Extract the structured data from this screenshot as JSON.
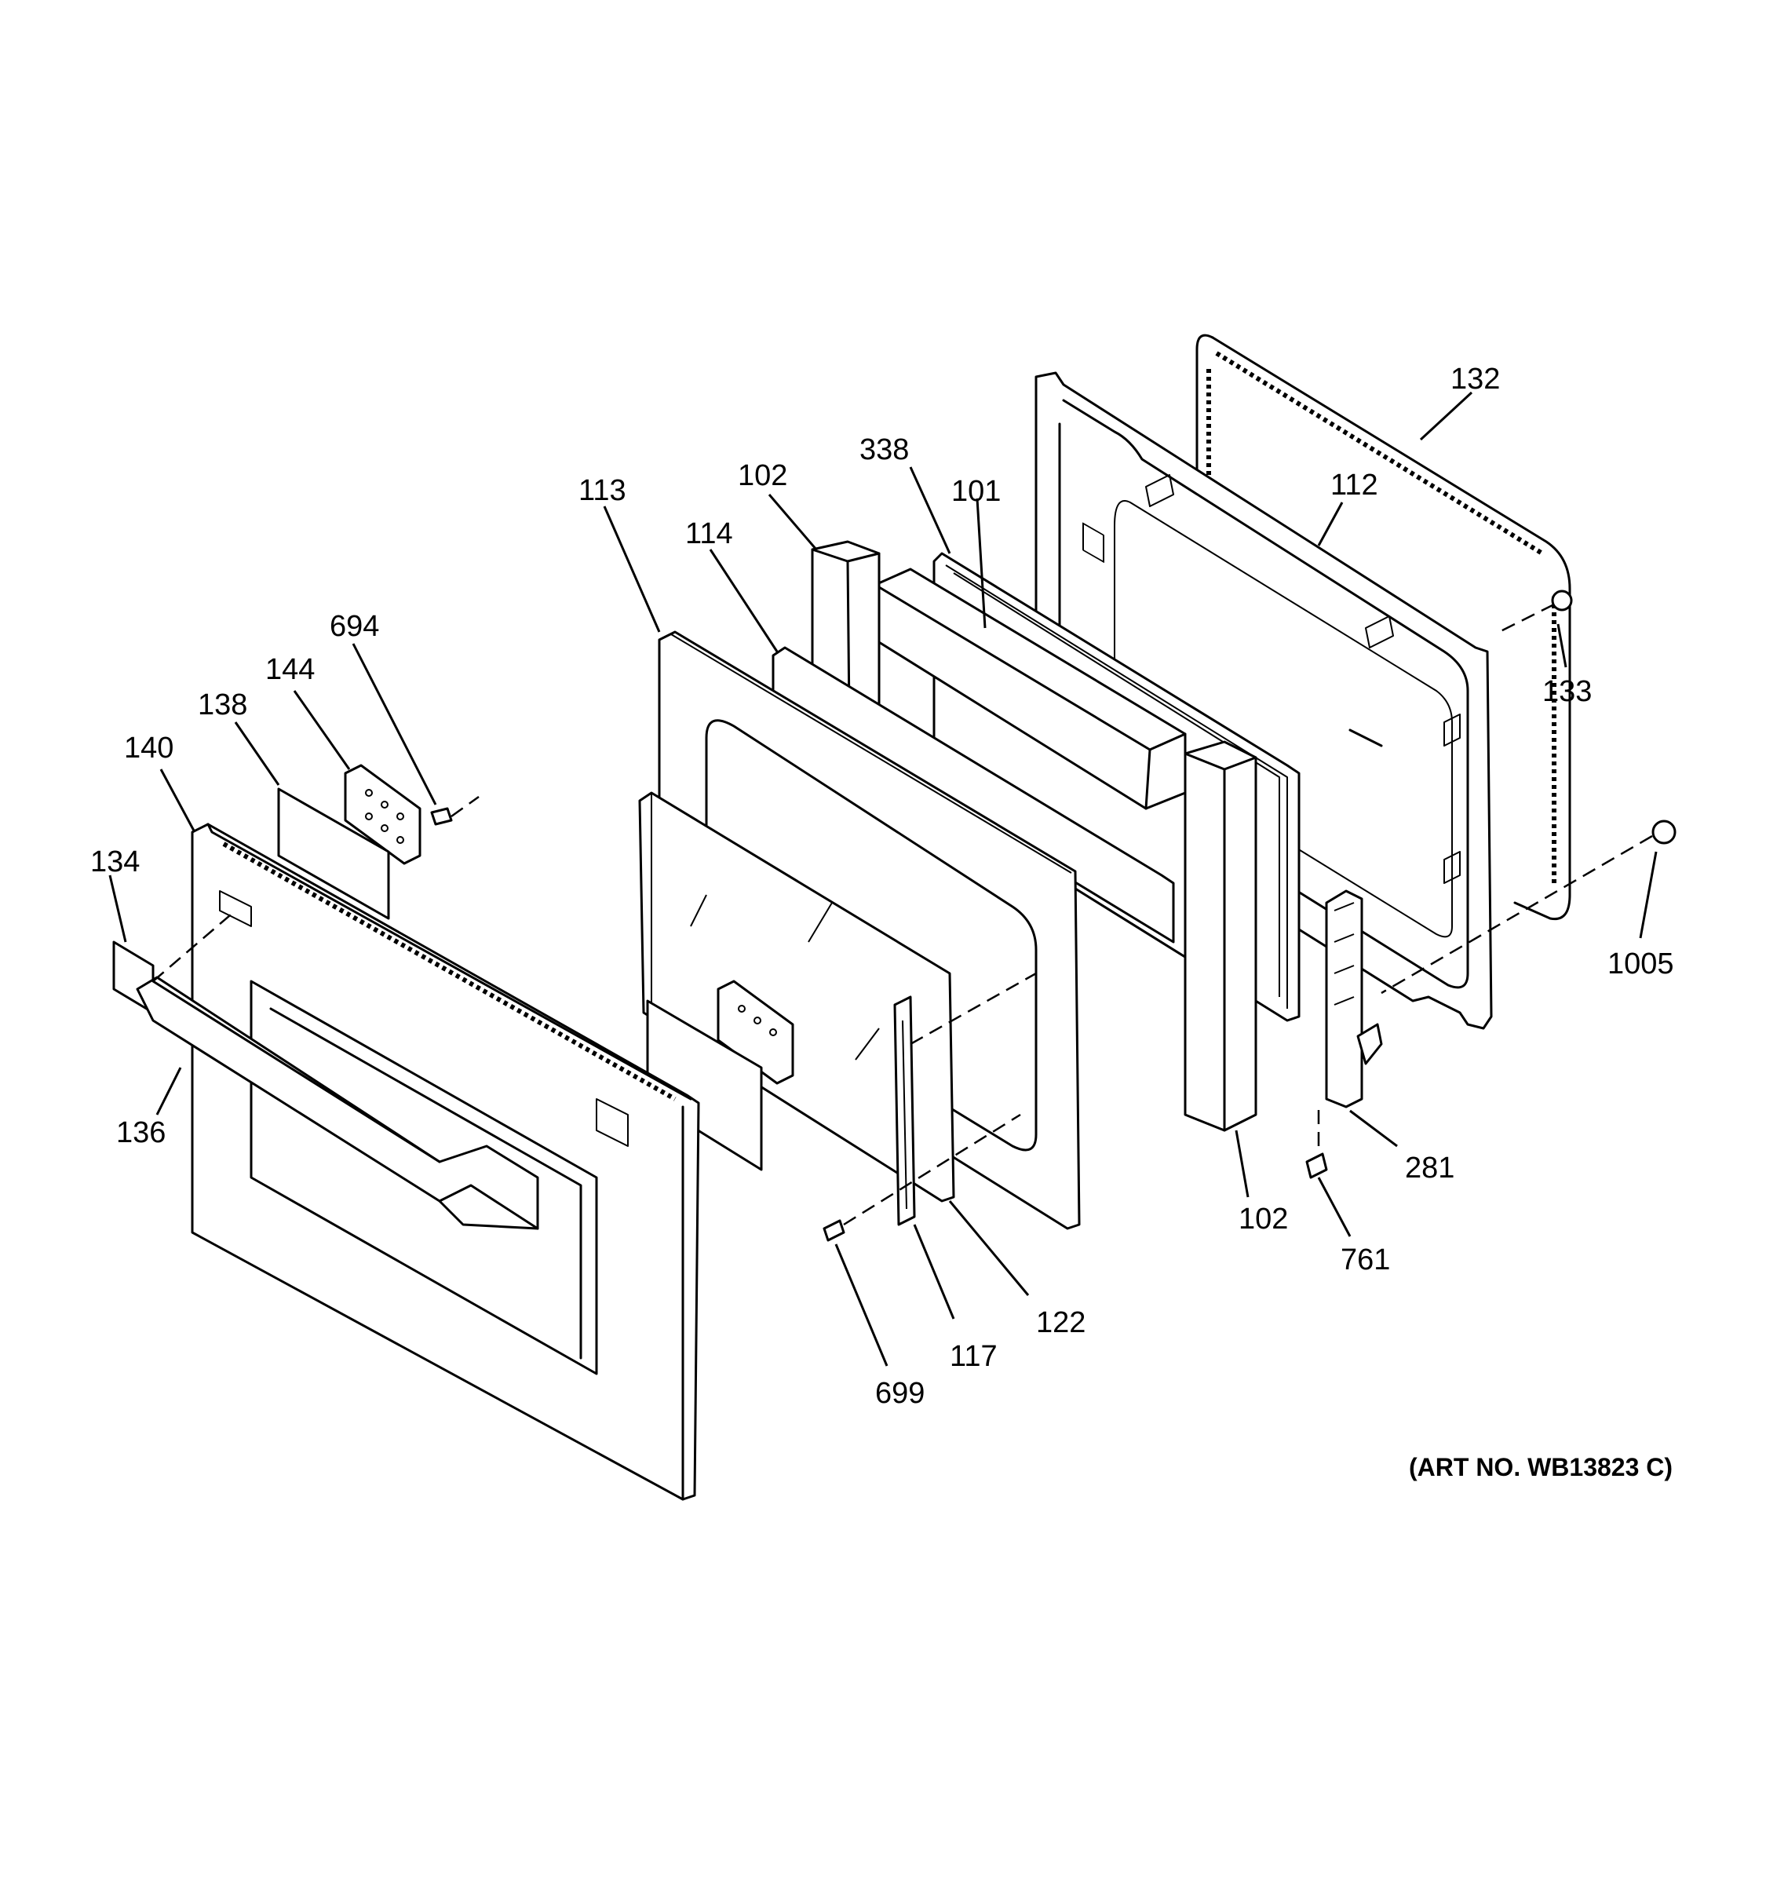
{
  "art_number": "(ART NO. WB13823 C)",
  "callouts": {
    "c132": "132",
    "c112": "112",
    "c338": "338",
    "c101": "101",
    "c113": "113",
    "c102a": "102",
    "c114": "114",
    "c694": "694",
    "c144": "144",
    "c138": "138",
    "c140": "140",
    "c134": "134",
    "c136": "136",
    "c133": "133",
    "c1005": "1005",
    "c281": "281",
    "c102b": "102",
    "c761": "761",
    "c122": "122",
    "c117": "117",
    "c699": "699"
  }
}
